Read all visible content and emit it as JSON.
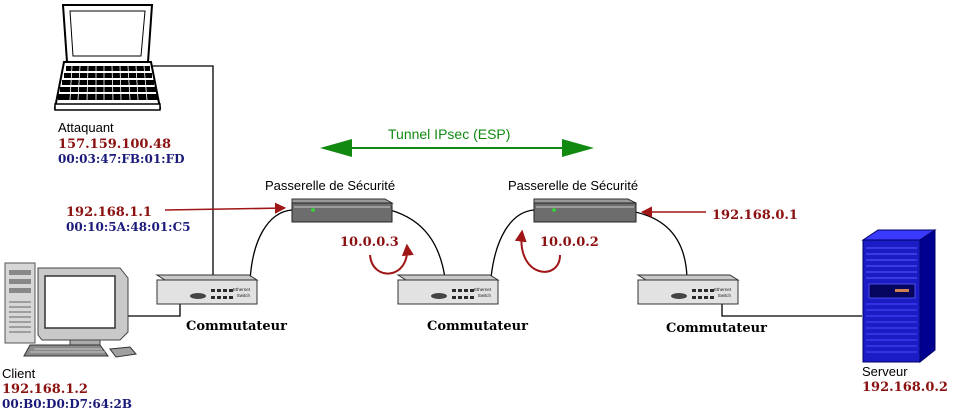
{
  "colors": {
    "ip_red": "#8b1010",
    "mac_blue": "#1a1a7a",
    "tunnel_green": "#128a12",
    "arrow_red": "#a01515",
    "server_blue": "#1c1cc4"
  },
  "tunnel": {
    "label": "Tunnel IPsec (ESP)"
  },
  "attacker": {
    "name": "Attaquant",
    "ip": "157.159.100.48",
    "mac": "00:03:47:FB:01:FD",
    "icon": "laptop-icon"
  },
  "client": {
    "name": "Client",
    "ip": "192.168.1.2",
    "mac": "00:B0:D0:D7:64:2B",
    "icon": "desktop-computer-icon"
  },
  "server": {
    "name": "Serveur",
    "ip": "192.168.0.2",
    "icon": "server-tower-icon"
  },
  "gateway_left": {
    "name": "Passerelle de Sécurité",
    "lan_ip": "192.168.1.1",
    "lan_mac": "00:10:5A:48:01:C5",
    "wan_ip": "10.0.0.3",
    "icon": "gateway-device-icon"
  },
  "gateway_right": {
    "name": "Passerelle de Sécurité",
    "lan_ip": "192.168.0.1",
    "wan_ip": "10.0.0.2",
    "icon": "gateway-device-icon"
  },
  "switches": [
    {
      "name": "Commutateur",
      "panel_text_1": "Ethernet",
      "panel_text_2": "Switch",
      "icon": "ethernet-switch-icon"
    },
    {
      "name": "Commutateur",
      "panel_text_1": "Ethernet",
      "panel_text_2": "Switch",
      "icon": "ethernet-switch-icon"
    },
    {
      "name": "Commutateur",
      "panel_text_1": "Ethernet",
      "panel_text_2": "Switch",
      "icon": "ethernet-switch-icon"
    }
  ]
}
